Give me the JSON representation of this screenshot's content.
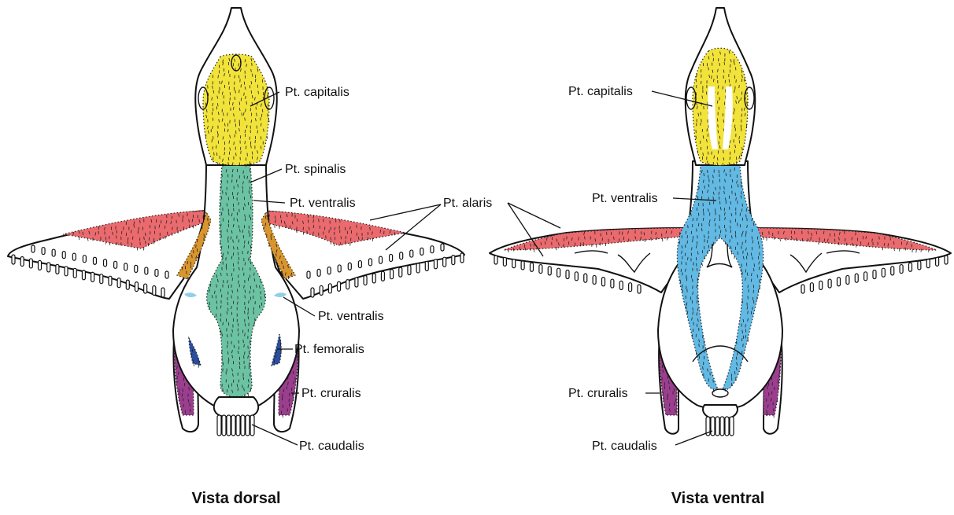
{
  "colors": {
    "capitalis": "#f2e33a",
    "spinalis": "#6cc3a3",
    "ventralis_dorsal": "#8fcfe8",
    "ventralis_ventral": "#62b9e3",
    "alaris": "#ea6a6e",
    "humeralis": "#d9952e",
    "femoralis": "#2b4f9e",
    "cruralis": "#9b3e8e",
    "outline": "#111111"
  },
  "dorsal": {
    "caption": "Vista dorsal",
    "labels": {
      "capitalis": "Pt. capitalis",
      "spinalis": "Pt. spinalis",
      "ventralis_top": "Pt. ventralis",
      "alaris": "Pt. alaris",
      "ventralis_bottom": "Pt. ventralis",
      "femoralis": "Pt. femoralis",
      "cruralis": "Pt. cruralis",
      "caudalis": "Pt. caudalis"
    }
  },
  "ventral": {
    "caption": "Vista ventral",
    "labels": {
      "capitalis": "Pt. capitalis",
      "ventralis": "Pt. ventralis",
      "cruralis": "Pt. cruralis",
      "caudalis": "Pt. caudalis"
    }
  }
}
